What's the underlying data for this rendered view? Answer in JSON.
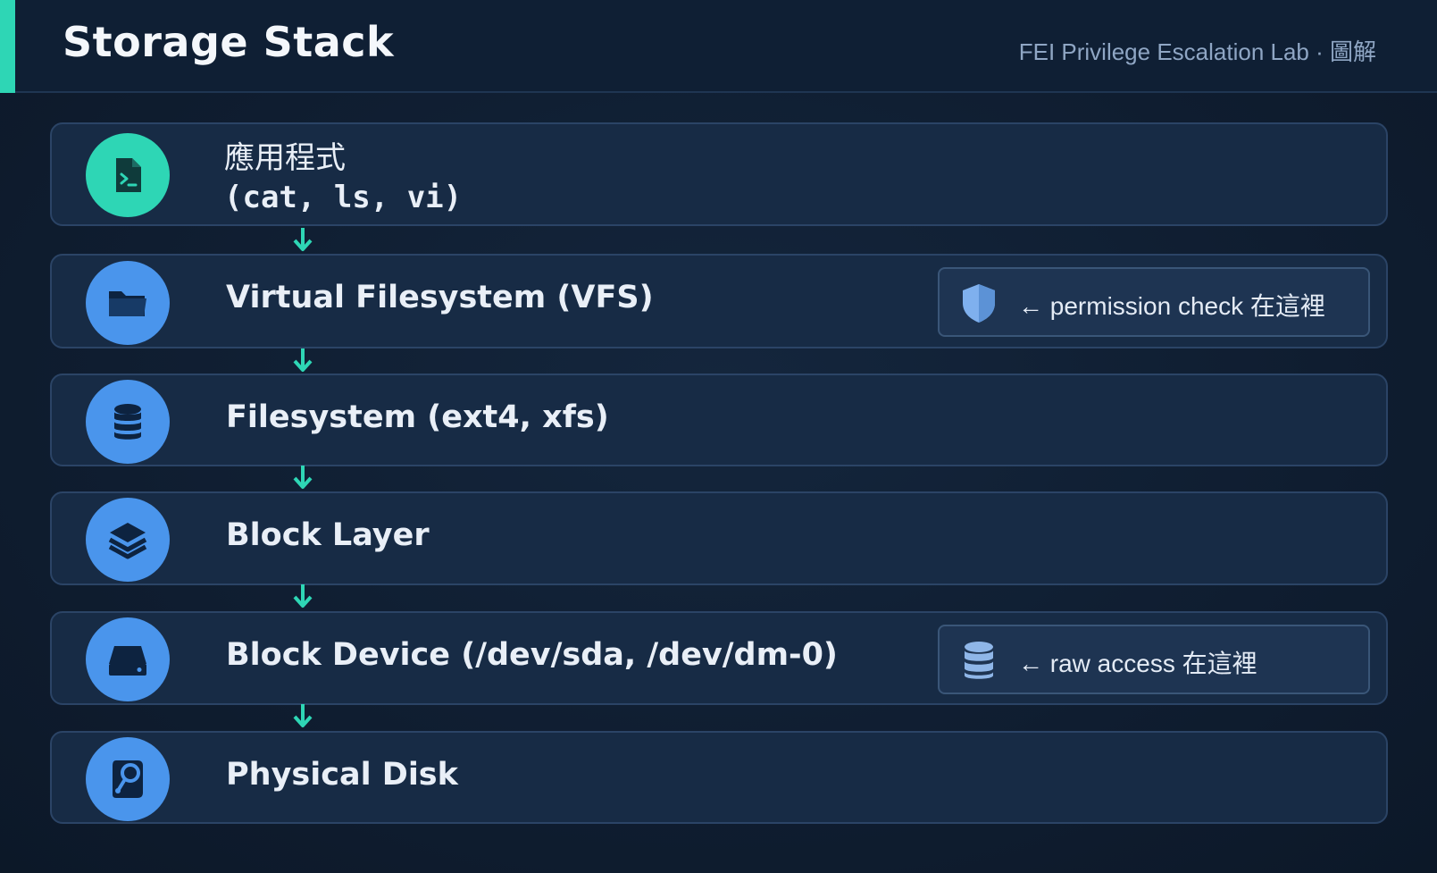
{
  "header": {
    "title": "Storage Stack",
    "subtitle": "FEI Privilege Escalation Lab  ·  圖解"
  },
  "colors": {
    "accent": "#2ed6b5",
    "icon_blue": "#4a95ec",
    "card_bg": "#172b45",
    "page_bg": "#0f1d30"
  },
  "layers": [
    {
      "label_zh": "應用程式",
      "label_cmd": "(cat, ls, vi)",
      "icon": "terminal-file-icon"
    },
    {
      "label": "Virtual Filesystem (VFS)",
      "icon": "folder-icon",
      "note": {
        "icon": "shield-icon",
        "text": "← permission check 在這裡"
      }
    },
    {
      "label": "Filesystem (ext4, xfs)",
      "icon": "database-icon"
    },
    {
      "label": "Block Layer",
      "icon": "layers-icon"
    },
    {
      "label": "Block Device (/dev/sda, /dev/dm-0)",
      "icon": "drive-icon",
      "note": {
        "icon": "database-icon",
        "text": "← raw access  在這裡"
      }
    },
    {
      "label": "Physical Disk",
      "icon": "hard-disk-icon"
    }
  ]
}
